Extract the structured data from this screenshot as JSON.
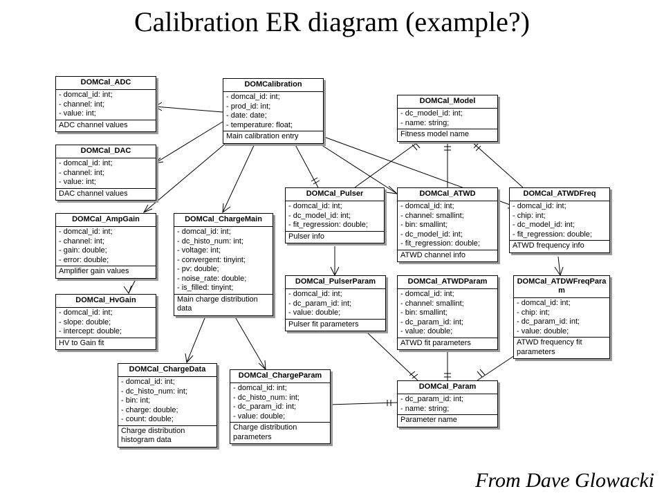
{
  "title": "Calibration ER diagram (example?)",
  "credit": "From Dave Glowacki",
  "entities": {
    "adc": {
      "name": "DOMCal_ADC",
      "attrs": [
        "- domcal_id: int;",
        "- channel: int;",
        "- value: int;"
      ],
      "note": "ADC channel values"
    },
    "dac": {
      "name": "DOMCal_DAC",
      "attrs": [
        "- domcal_id: int;",
        "- channel: int;",
        "- value: int;"
      ],
      "note": "DAC channel values"
    },
    "ampgain": {
      "name": "DOMCal_AmpGain",
      "attrs": [
        "- domcal_id: int;",
        "- channel: int;",
        "- gain: double;",
        "- error: double;"
      ],
      "note": "Amplifier gain values"
    },
    "hvgain": {
      "name": "DOMCal_HvGain",
      "attrs": [
        "- domcal_id: int;",
        "- slope: double;",
        "- intercept: double;"
      ],
      "note": "HV to Gain fit"
    },
    "calibration": {
      "name": "DOMCalibration",
      "attrs": [
        "- domcal_id: int;",
        "- prod_id: int;",
        "- date: date;",
        "- temperature: float;"
      ],
      "note": "Main calibration entry"
    },
    "chargemain": {
      "name": "DOMCal_ChargeMain",
      "attrs": [
        "- domcal_id: int;",
        "- dc_histo_num: int;",
        "- voltage: int;",
        "- convergent: tinyint;",
        "- pv: double;",
        "- noise_rate: double;",
        "- is_filled: tinyint;"
      ],
      "note": "Main charge distribution data"
    },
    "chargedata": {
      "name": "DOMCal_ChargeData",
      "attrs": [
        "- domcal_id: int;",
        "- dc_histo_num: int;",
        "- bin: int;",
        "- charge: double;",
        "- count: double;"
      ],
      "note": "Charge distribution histogram data"
    },
    "chargeparam": {
      "name": "DOMCal_ChargeParam",
      "attrs": [
        "- domcal_id: int;",
        "- dc_histo_num: int;",
        "- dc_param_id: int;",
        "- value: double;"
      ],
      "note": "Charge distribution parameters"
    },
    "model": {
      "name": "DOMCal_Model",
      "attrs": [
        "- dc_model_id: int;",
        "- name: string;"
      ],
      "note": "Fitness model name"
    },
    "pulser": {
      "name": "DOMCal_Pulser",
      "attrs": [
        "- domcal_id: int;",
        "- dc_model_id: int;",
        "- fit_regression: double;"
      ],
      "note": "Pulser info"
    },
    "atwd": {
      "name": "DOMCal_ATWD",
      "attrs": [
        "- domcal_id: int;",
        "- channel: smallint;",
        "- bin: smallint;",
        "- dc_model_id: int;",
        "- fit_regression: double;"
      ],
      "note": "ATWD channel info"
    },
    "atwdfreq": {
      "name": "DOMCal_ATWDFreq",
      "attrs": [
        "- domcal_id: int;",
        "- chip: int;",
        "- dc_model_id: int;",
        "- fit_regression: double;"
      ],
      "note": "ATWD frequency info"
    },
    "pulserparam": {
      "name": "DOMCal_PulserParam",
      "attrs": [
        "- domcal_id: int;",
        "- dc_param_id: int;",
        "- value: double;"
      ],
      "note": "Pulser fit parameters"
    },
    "atwdparam": {
      "name": "DOMCal_ATWDParam",
      "attrs": [
        "- domcal_id: int;",
        "- channel: smallint;",
        "- bin: smallint;",
        "- dc_param_id: int;",
        "- value: double;"
      ],
      "note": "ATWD fit parameters"
    },
    "atdwfreqparam": {
      "name": "DOMCal_ATDWFreqParam",
      "attrs": [
        "- domcal_id: int;",
        "- chip: int;",
        "- dc_param_id: int;",
        "- value: double;"
      ],
      "note": "ATWD frequency fit parameters"
    },
    "param": {
      "name": "DOMCal_Param",
      "attrs": [
        "- dc_param_id: int;",
        "- name: string;"
      ],
      "note": "Parameter name"
    }
  }
}
